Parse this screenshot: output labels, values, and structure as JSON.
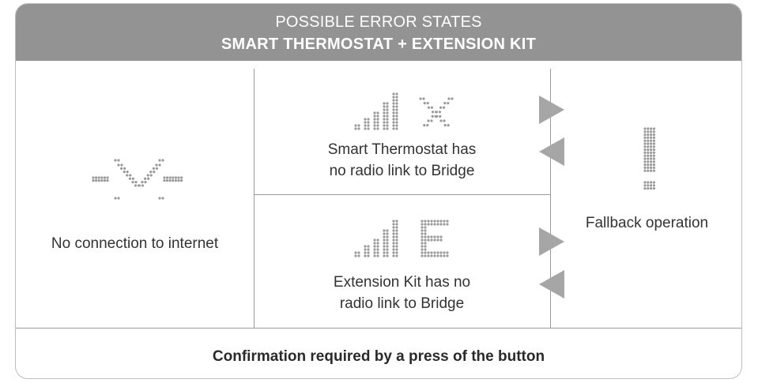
{
  "header": {
    "line1": "POSSIBLE ERROR STATES",
    "line2": "SMART THERMOSTAT + EXTENSION KIT"
  },
  "cells": {
    "internet": {
      "label": "No connection to internet",
      "icon": "dot-matrix-disconnected-icon"
    },
    "thermostat": {
      "line1": "Smart Thermostat has",
      "line2": "no radio link to Bridge",
      "icon": "dot-matrix-signal-x-icon"
    },
    "extension": {
      "line1": "Extension Kit has no",
      "line2": "radio link to Bridge",
      "icon": "dot-matrix-signal-e-icon"
    },
    "fallback": {
      "label": "Fallback operation",
      "icon": "dot-matrix-exclamation-icon"
    }
  },
  "footer": {
    "label": "Confirmation required by a press of the button"
  },
  "colors": {
    "header_bg": "#939393",
    "header_text": "#ffffff",
    "dots": "#9a9a9a",
    "arrows": "#a6a6a6"
  }
}
